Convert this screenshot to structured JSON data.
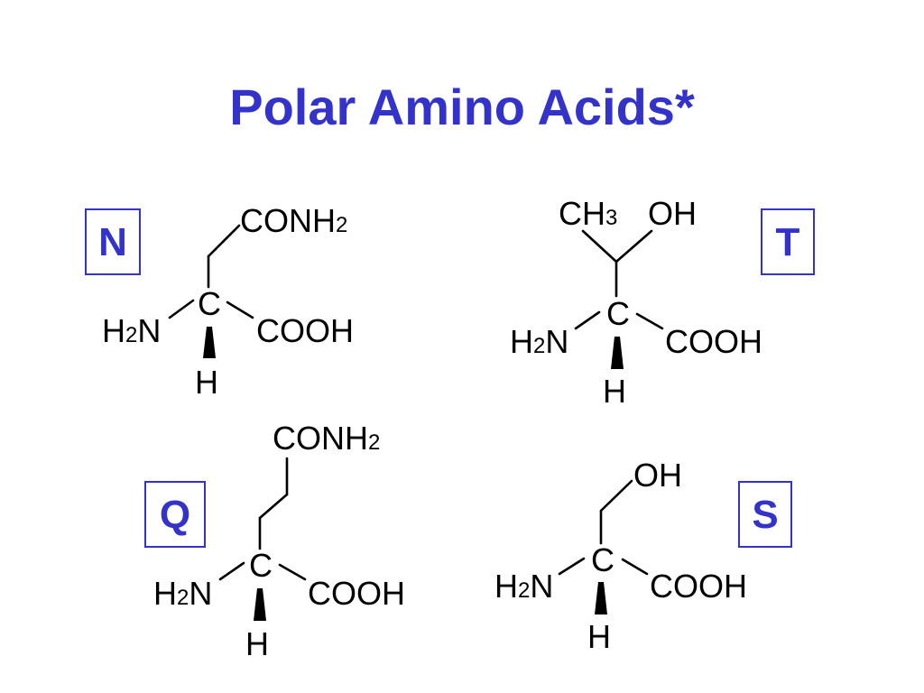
{
  "slide": {
    "title": "Polar Amino Acids*",
    "title_color": "#3333cc",
    "box_color": "#3333cc",
    "ink_color": "#000000"
  },
  "molecules": {
    "N": {
      "letter": "N",
      "alpha_carbon": "C",
      "amino": {
        "main": "H",
        "sub": "2",
        "tail": "N"
      },
      "carboxyl": "COOH",
      "hydrogen": "H",
      "side_chain": {
        "main": "CONH",
        "sub": "2"
      }
    },
    "T": {
      "letter": "T",
      "alpha_carbon": "C",
      "amino": {
        "main": "H",
        "sub": "2",
        "tail": "N"
      },
      "carboxyl": "COOH",
      "hydrogen": "H",
      "methyl": {
        "main": "CH",
        "sub": "3"
      },
      "hydroxyl": "OH"
    },
    "Q": {
      "letter": "Q",
      "alpha_carbon": "C",
      "amino": {
        "main": "H",
        "sub": "2",
        "tail": "N"
      },
      "carboxyl": "COOH",
      "hydrogen": "H",
      "side_chain": {
        "main": "CONH",
        "sub": "2"
      }
    },
    "S": {
      "letter": "S",
      "alpha_carbon": "C",
      "amino": {
        "main": "H",
        "sub": "2",
        "tail": "N"
      },
      "carboxyl": "COOH",
      "hydrogen": "H",
      "hydroxyl": "OH"
    }
  }
}
